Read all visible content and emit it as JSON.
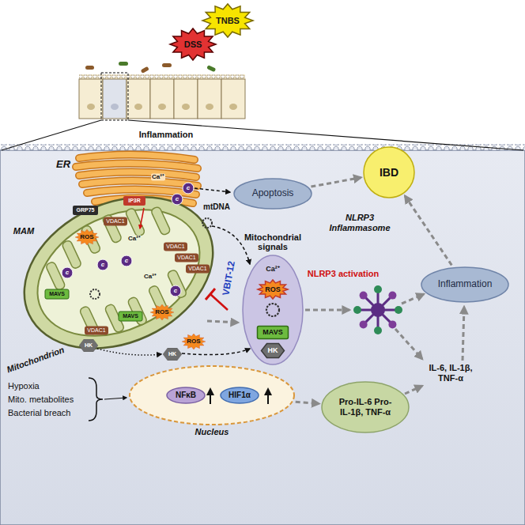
{
  "diagram": {
    "nodes": [
      {
        "text": [
          "TNBS"
        ]
      },
      {
        "text": [
          "DSS"
        ]
      },
      {
        "text": [
          "Apoptosis"
        ]
      },
      {
        "text": [
          "IBD"
        ]
      },
      {
        "text": [
          "Inflammation"
        ]
      },
      {
        "text": [
          "Mitochondrial signals"
        ]
      },
      {
        "text": [
          "ROS"
        ],
        "in": 5
      },
      {
        "text": [
          "MAVS"
        ],
        "in": 5
      },
      {
        "text": [
          "HK"
        ],
        "in": 5
      },
      {
        "text": [
          "Nucleus"
        ]
      },
      {
        "text": [
          "NFκB"
        ],
        "in": 9
      },
      {
        "text": [
          "HIF1α"
        ],
        "in": 9
      },
      {
        "text": [
          "Pro-IL-6 Pro-IL-1β, TNF-α"
        ]
      }
    ],
    "edges": [
      {
        "from": 2,
        "to": 3,
        "arrow": "to"
      },
      {
        "from": 4,
        "to": 3,
        "arrow": "to"
      },
      {
        "from": 9,
        "to": 12,
        "arrow": "to"
      }
    ],
    "labels": [
      "Inflammation",
      "ER",
      "MAM",
      "Mitochondrion",
      "mtDNA",
      "VBIT-12",
      "NLRP3 activation",
      "NLRP3 Inflammasome",
      "IL-6, IL-1β, TNF-α",
      "Hypoxia",
      "Mito. metabolites",
      "Bacterial breach",
      "Ca²⁺",
      "ROS",
      "ROS",
      "ROS",
      "MAVS",
      "MAVS",
      "HK",
      "HK",
      "VDAC1",
      "VDAC1",
      "VDAC1",
      "VDAC1",
      "VDAC1",
      "IP3R",
      "GRP75",
      "Ca²⁺",
      "Ca²⁺",
      "Ca²⁺",
      "c",
      "c",
      "c",
      "c",
      "c",
      "c"
    ]
  }
}
